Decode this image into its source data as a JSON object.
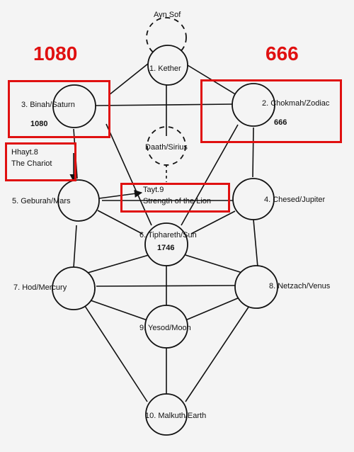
{
  "header": {
    "left_number": "1080",
    "right_number": "666"
  },
  "sephiroth": {
    "ayn_sof": "Ayn Sof",
    "kether": "1. Kether",
    "binah": "3. Binah/Saturn",
    "binah_value": "1080",
    "chokmah": "2. Chokmah/Zodiac",
    "chokmah_value": "666",
    "daath": "Daath/Sirius",
    "geburah": "5. Geburah/Mars",
    "chesed": "4. Chesed/Jupiter",
    "tiphareth": "6. Tiphareth/Sun",
    "tiphareth_value": "1746",
    "hod": "7. Hod/Mercury",
    "netzach": "8. Netzach/Venus",
    "yesod": "9. Yesod/Moon",
    "malkuth": "10. Malkuth/Earth"
  },
  "paths": {
    "hhayt_line1": "Hhayt.8",
    "hhayt_line2": "The Chariot",
    "tayt_line1": "Tayt.9",
    "tayt_line2": "Strength of the Lion"
  },
  "colors": {
    "highlight": "#e01010",
    "ink": "#111111",
    "paper": "#f4f4f4"
  }
}
